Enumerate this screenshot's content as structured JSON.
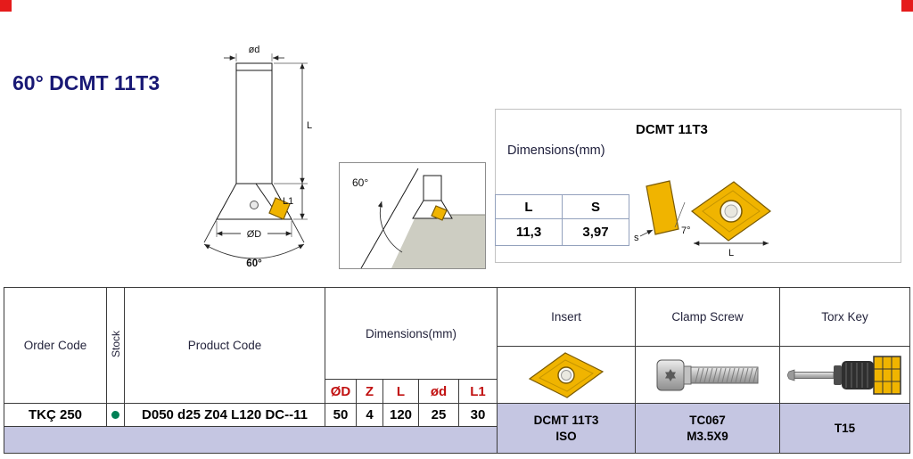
{
  "title": "60° DCMT 11T3",
  "main_drawing": {
    "dim_top": "ød",
    "dim_length": "L",
    "dim_head": "L1",
    "dim_diameter": "ØD",
    "angle": "60°"
  },
  "detail_box": {
    "angle": "60°"
  },
  "spec_panel": {
    "dims_title": "Dimensions(mm)",
    "insert_name": "DCMT 11T3",
    "col_l": "L",
    "col_s": "S",
    "val_l": "11,3",
    "val_s": "3,97",
    "label_s": "s",
    "label_angle": "7°",
    "label_l": "L"
  },
  "table": {
    "headers": {
      "order_code": "Order Code",
      "stock": "Stock",
      "product_code": "Product Code",
      "dimensions": "Dimensions(mm)",
      "insert": "Insert",
      "clamp_screw": "Clamp Screw",
      "torx_key": "Torx Key"
    },
    "subheaders": [
      "ØD",
      "Z",
      "L",
      "ød",
      "L1"
    ],
    "row": {
      "order_code": "TKÇ 250",
      "product_code": "D050 d25 Z04 L120 DC--11",
      "d": "50",
      "z": "4",
      "l": "120",
      "od": "25",
      "l1": "30",
      "insert_1": "DCMT 11T3",
      "insert_2": "ISO",
      "screw_1": "TC067",
      "screw_2": "M3.5X9",
      "torx": "T15"
    }
  },
  "colors": {
    "title_navy": "#191975",
    "corner_red": "#e51b1b",
    "insert_yellow": "#f0b400",
    "row_highlight": "#c5c6e2",
    "subheader_red": "#c11111",
    "stock_green": "#008055"
  }
}
